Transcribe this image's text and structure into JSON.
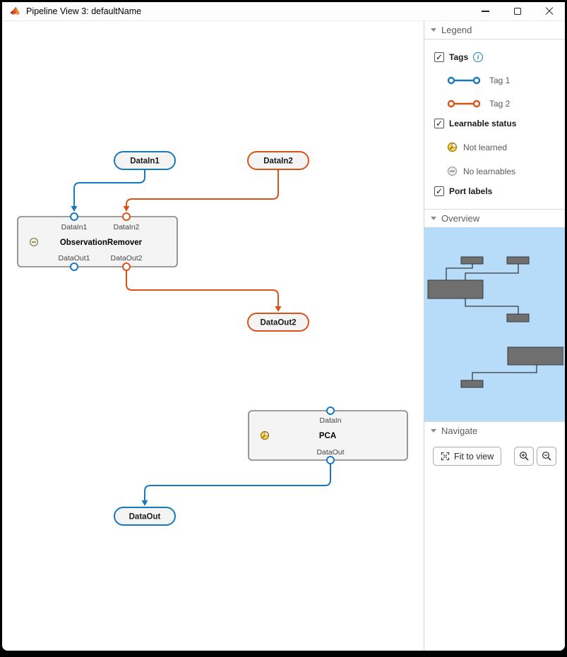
{
  "window": {
    "title": "Pipeline View 3: defaultName"
  },
  "legend": {
    "header": "Legend",
    "tags_label": "Tags",
    "tag1": "Tag 1",
    "tag2": "Tag 2",
    "learnable_label": "Learnable status",
    "not_learned": "Not learned",
    "no_learnables": "No learnables",
    "port_labels_label": "Port labels"
  },
  "overview": {
    "header": "Overview"
  },
  "navigate": {
    "header": "Navigate",
    "fit": "Fit to view"
  },
  "pipeline": {
    "datain1": "DataIn1",
    "datain2": "DataIn2",
    "remover": {
      "name": "ObservationRemover",
      "in1": "DataIn1",
      "in2": "DataIn2",
      "out1": "DataOut1",
      "out2": "DataOut2"
    },
    "dataout2": "DataOut2",
    "pca": {
      "name": "PCA",
      "in": "DataIn",
      "out": "DataOut"
    },
    "dataout": "DataOut"
  },
  "colors": {
    "tag1_blue": "#1778BD",
    "tag2_orange": "#D95319",
    "node_fill": "#F4F4F4",
    "node_border": "#7F7F7F",
    "minimap_bg": "#B6DCFA",
    "minimap_node": "#6F6F6F",
    "not_learned_yellow": "#FFD043"
  }
}
